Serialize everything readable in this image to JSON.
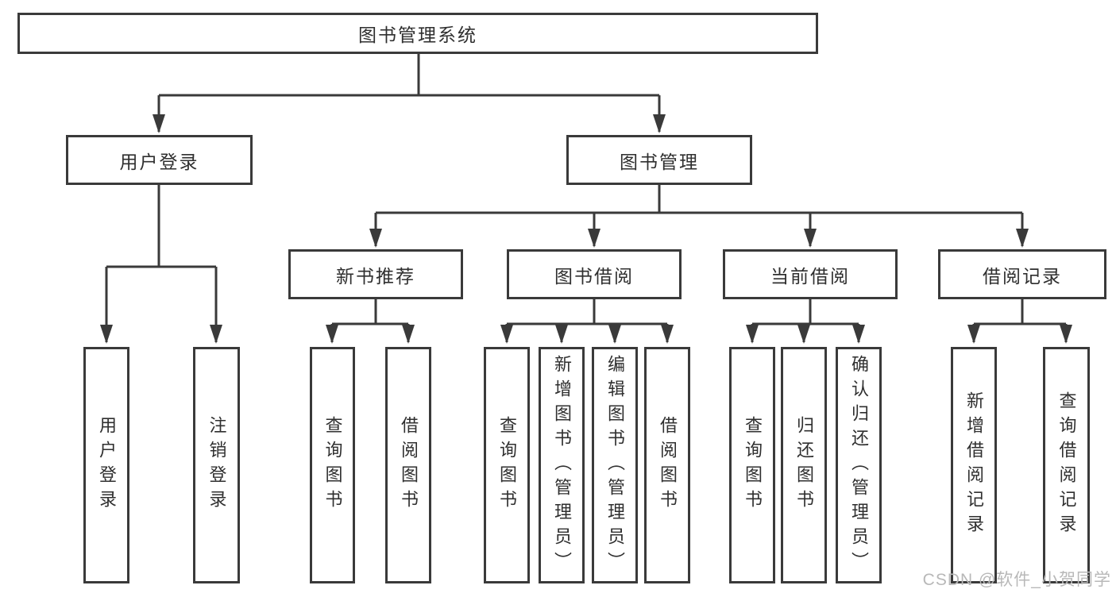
{
  "diagram": {
    "root": {
      "label": "图书管理系统"
    },
    "user_login": {
      "label": "用户登录",
      "children": [
        {
          "label": "用户登录"
        },
        {
          "label": "注销登录"
        }
      ]
    },
    "book_management": {
      "label": "图书管理",
      "sections": [
        {
          "label": "新书推荐",
          "children": [
            {
              "label": "查询图书"
            },
            {
              "label": "借阅图书"
            }
          ]
        },
        {
          "label": "图书借阅",
          "children": [
            {
              "label": "查询图书"
            },
            {
              "label": "新增图书（管理员）"
            },
            {
              "label": "编辑图书（管理员）"
            },
            {
              "label": "借阅图书"
            }
          ]
        },
        {
          "label": "当前借阅",
          "children": [
            {
              "label": "查询图书"
            },
            {
              "label": "归还图书"
            },
            {
              "label": "确认归还（管理员）"
            }
          ]
        },
        {
          "label": "借阅记录",
          "children": [
            {
              "label": "新增借阅记录"
            },
            {
              "label": "查询借阅记录"
            }
          ]
        }
      ]
    },
    "watermark": "CSDN @软件_小贺同学",
    "colors": {
      "line": "#3a3a3a",
      "border": "#3a3a3a",
      "text": "#2f2f2f",
      "background": "#ffffff",
      "watermark": "#b8b8b8"
    }
  }
}
